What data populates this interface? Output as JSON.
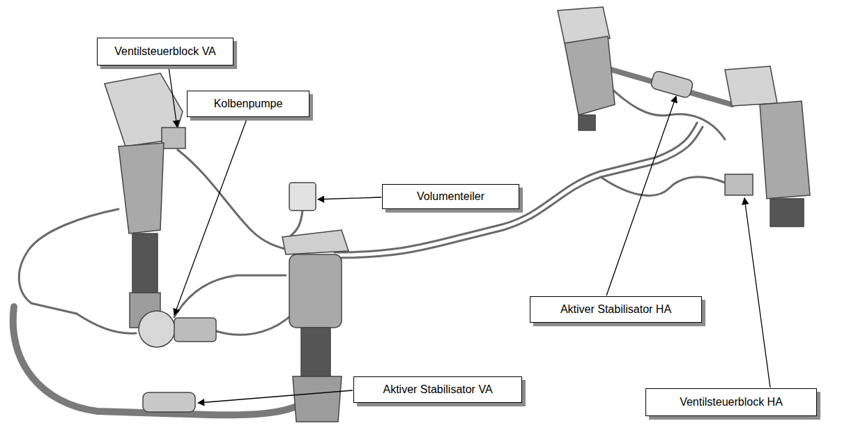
{
  "diagram": {
    "nodes": [
      {
        "text": [
          "Ventilsteuerblock VA"
        ]
      },
      {
        "text": [
          "Kolbenpumpe"
        ]
      },
      {
        "text": [
          "Volumenteiler"
        ]
      },
      {
        "text": [
          "Aktiver Stabilisator HA"
        ]
      },
      {
        "text": [
          "Aktiver Stabilisator VA"
        ]
      },
      {
        "text": [
          "Ventilsteuerblock HA"
        ]
      }
    ]
  }
}
